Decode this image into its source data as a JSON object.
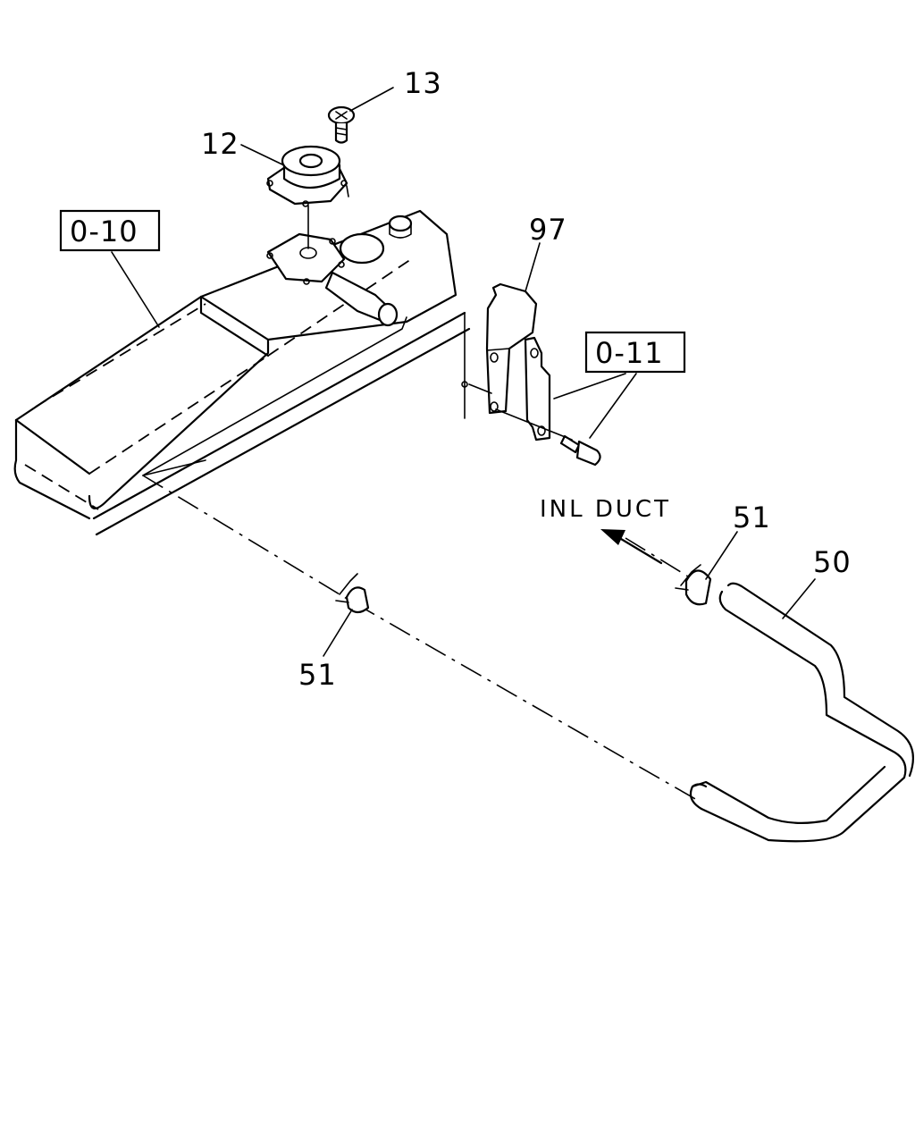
{
  "labels": {
    "part_13": "13",
    "part_12": "12",
    "ref_0_10": "0-10",
    "part_97": "97",
    "ref_0_11": "0-11",
    "direction_note": "INL DUCT",
    "part_51_upper": "51",
    "part_50": "50",
    "part_51_lower": "51"
  }
}
